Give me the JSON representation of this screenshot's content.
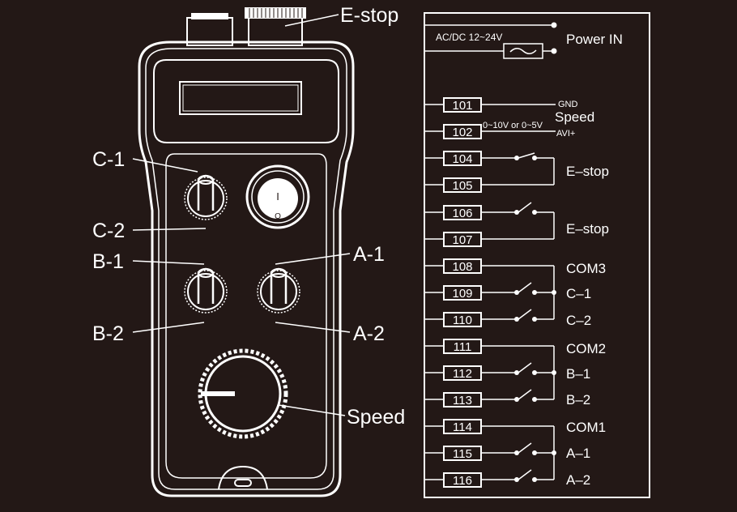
{
  "pendant": {
    "labels": {
      "estop": "E-stop",
      "c1": "C-1",
      "c2": "C-2",
      "b1": "B-1",
      "b2": "B-2",
      "a1": "A-1",
      "a2": "A-2",
      "speed": "Speed"
    },
    "power_switch": {
      "on_symbol": "I",
      "off_symbol": "O"
    }
  },
  "wiring": {
    "power": {
      "label": "Power IN",
      "spec": "AC/DC 12~24V"
    },
    "speed": {
      "title": "Speed",
      "gnd": "GND",
      "range": "0~10V or 0~5V",
      "avi": "AVI+"
    },
    "terminals": {
      "t101": "101",
      "t102": "102",
      "t104": "104",
      "t105": "105",
      "t106": "106",
      "t107": "107",
      "t108": "108",
      "t109": "109",
      "t110": "110",
      "t111": "111",
      "t112": "112",
      "t113": "113",
      "t114": "114",
      "t115": "115",
      "t116": "116"
    },
    "groups": {
      "estop1": "E–stop",
      "estop2": "E–stop",
      "com3": "COM3",
      "c1": "C–1",
      "c2": "C–2",
      "com2": "COM2",
      "b1": "B–1",
      "b2": "B–2",
      "com1": "COM1",
      "a1": "A–1",
      "a2": "A–2"
    }
  }
}
